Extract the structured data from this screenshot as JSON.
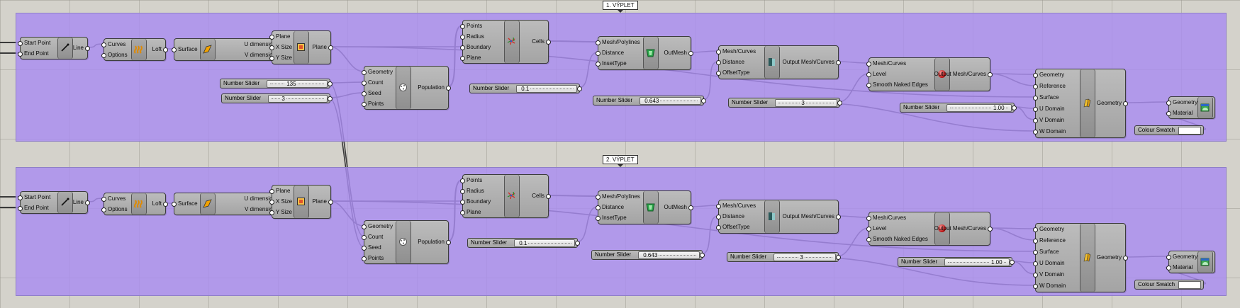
{
  "groups": [
    {
      "title": "1. VÝPLET",
      "line": {
        "inputs": [
          "Start Point",
          "End Point"
        ],
        "name": "Line"
      },
      "loft": {
        "inputs": [
          "Curves",
          "Options"
        ],
        "name": "Loft"
      },
      "plane_srf": {
        "input": "Surface",
        "outputs": [
          "U dimension",
          "V dimension"
        ]
      },
      "plane": {
        "inputs": [
          "Plane",
          "X Size",
          "Y Size"
        ],
        "name": "Plane"
      },
      "population": {
        "inputs": [
          "Geometry",
          "Count",
          "Seed",
          "Points"
        ],
        "name": "Population"
      },
      "voronoi": {
        "inputs": [
          "Points",
          "Radius",
          "Boundary",
          "Plane"
        ],
        "name": "Cells"
      },
      "offset": {
        "inputs": [
          "Mesh/Polylines",
          "Distance",
          "InsetType"
        ],
        "name": "OutMesh"
      },
      "thicken": {
        "inputs": [
          "Mesh/Curves",
          "Distance",
          "OffsetType"
        ],
        "name": "Output Mesh/Curves"
      },
      "smooth": {
        "inputs": [
          "Mesh/Curves",
          "Level",
          "Smooth Naked Edges"
        ],
        "name": "Output Mesh/Curves"
      },
      "morph": {
        "inputs": [
          "Geometry",
          "Reference",
          "Surface",
          "U Domain",
          "V Domain",
          "W Domain"
        ],
        "name": "Geometry"
      },
      "preview": {
        "inputs": [
          "Geometry",
          "Material"
        ]
      },
      "sliders": [
        {
          "label": "Number Slider",
          "value": "135"
        },
        {
          "label": "Number Slider",
          "value": "3"
        },
        {
          "label": "Number Slider",
          "value": "0.1"
        },
        {
          "label": "Number Slider",
          "value": "0.643"
        },
        {
          "label": "Number Slider",
          "value": "3"
        },
        {
          "label": "Number Slider",
          "value": "1.00"
        }
      ],
      "swatch": "Colour Swatch"
    },
    {
      "title": "2. VÝPLET",
      "line": {
        "inputs": [
          "Start Point",
          "End Point"
        ],
        "name": "Line"
      },
      "loft": {
        "inputs": [
          "Curves",
          "Options"
        ],
        "name": "Loft"
      },
      "plane_srf": {
        "input": "Surface",
        "outputs": [
          "U dimension",
          "V dimension"
        ]
      },
      "plane": {
        "inputs": [
          "Plane",
          "X Size",
          "Y Size"
        ],
        "name": "Plane"
      },
      "population": {
        "inputs": [
          "Geometry",
          "Count",
          "Seed",
          "Points"
        ],
        "name": "Population"
      },
      "voronoi": {
        "inputs": [
          "Points",
          "Radius",
          "Boundary",
          "Plane"
        ],
        "name": "Cells"
      },
      "offset": {
        "inputs": [
          "Mesh/Polylines",
          "Distance",
          "InsetType"
        ],
        "name": "OutMesh"
      },
      "thicken": {
        "inputs": [
          "Mesh/Curves",
          "Distance",
          "OffsetType"
        ],
        "name": "Output Mesh/Curves"
      },
      "smooth": {
        "inputs": [
          "Mesh/Curves",
          "Level",
          "Smooth Naked Edges"
        ],
        "name": "Output Mesh/Curves"
      },
      "morph": {
        "inputs": [
          "Geometry",
          "Reference",
          "Surface",
          "U Domain",
          "V Domain",
          "W Domain"
        ],
        "name": "Geometry"
      },
      "preview": {
        "inputs": [
          "Geometry",
          "Material"
        ]
      },
      "sliders": [
        {
          "label": "Number Slider",
          "value": "0.1"
        },
        {
          "label": "Number Slider",
          "value": "0.643"
        },
        {
          "label": "Number Slider",
          "value": "3"
        },
        {
          "label": "Number Slider",
          "value": "1.00"
        }
      ],
      "swatch": "Colour Swatch"
    }
  ],
  "colors": {
    "group_fill": "#a98cf0",
    "canvas": "#d4d2cb",
    "component": "#b4b4b4",
    "wire": "#3a3a3a"
  },
  "icons": [
    "line-icon",
    "loft-icon",
    "plane-surface-icon",
    "plane-icon",
    "populate-icon",
    "voronoi-icon",
    "mesh-offset-icon",
    "mesh-thicken-icon",
    "smooth-red-sphere-icon",
    "box-morph-icon",
    "custom-preview-icon"
  ]
}
